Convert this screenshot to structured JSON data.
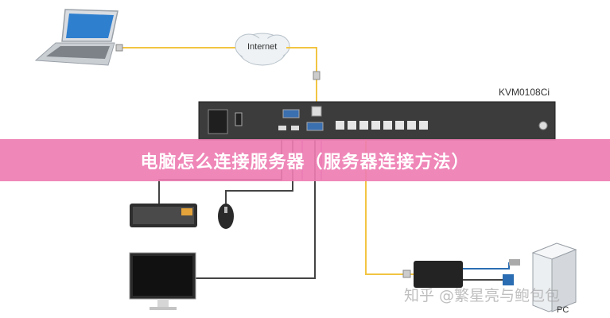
{
  "banner": {
    "title": "电脑怎么连接服务器（服务器连接方法）"
  },
  "diagram": {
    "internet_label": "Internet",
    "kvm_model": "KVM0108Ci",
    "pc_label": "PC",
    "watermark": "知乎 @繁星亮与鲍包包"
  },
  "colors": {
    "banner_bg": "#ee7db2",
    "cable_yellow": "#f2c542",
    "cable_dark": "#444444",
    "cable_purple": "#c57fd6",
    "kvm_body": "#3c3c3c"
  }
}
